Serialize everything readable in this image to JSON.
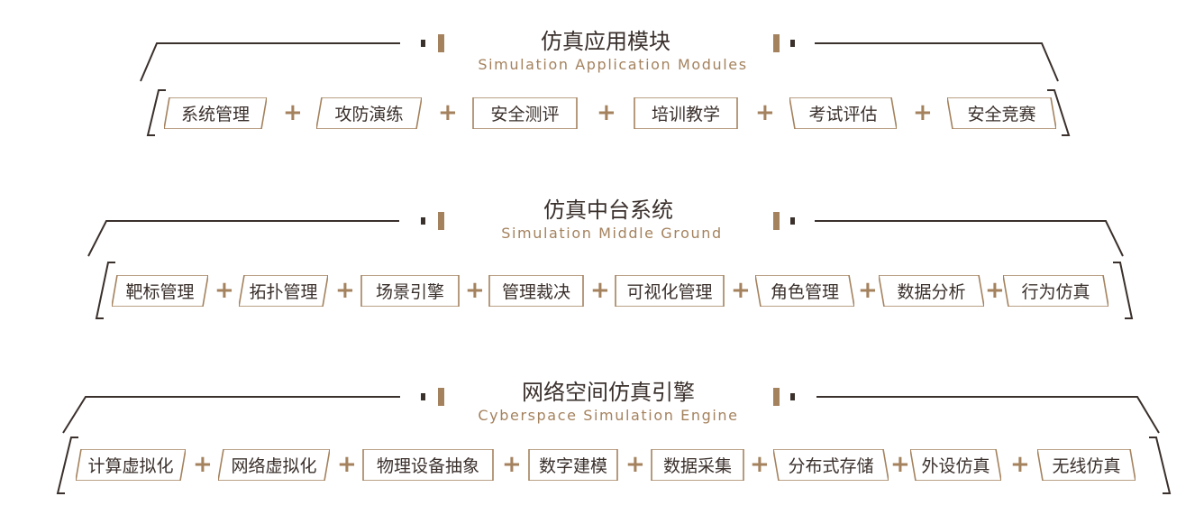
{
  "colors": {
    "dark": "#3a302c",
    "accent": "#a4825e",
    "background": "#ffffff"
  },
  "sections": [
    {
      "title": "仿真应用模块",
      "subtitle": "Simulation Application Modules",
      "items": [
        "系统管理",
        "攻防演练",
        "安全测评",
        "培训教学",
        "考试评估",
        "安全竞赛"
      ]
    },
    {
      "title": "仿真中台系统",
      "subtitle": "Simulation Middle Ground",
      "items": [
        "靶标管理",
        "拓扑管理",
        "场景引擎",
        "管理裁决",
        "可视化管理",
        "角色管理",
        "数据分析",
        "行为仿真"
      ]
    },
    {
      "title": "网络空间仿真引擎",
      "subtitle": "Cyberspace Simulation Engine",
      "items": [
        "计算虚拟化",
        "网络虚拟化",
        "物理设备抽象",
        "数字建模",
        "数据采集",
        "分布式存储",
        "外设仿真",
        "无线仿真"
      ]
    }
  ],
  "plus_symbol": "+"
}
